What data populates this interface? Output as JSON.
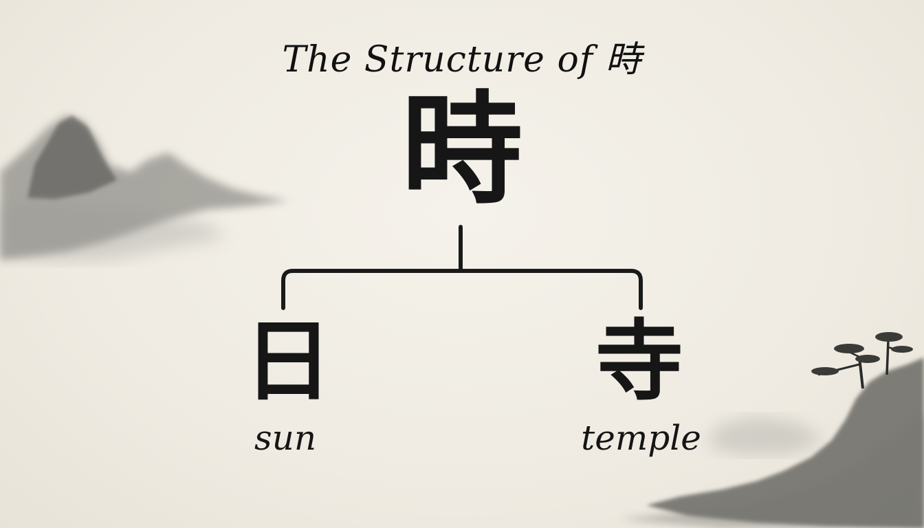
{
  "title": "The Structure of 時",
  "root": {
    "character": "時"
  },
  "components": [
    {
      "character": "日",
      "meaning": "sun"
    },
    {
      "character": "寺",
      "meaning": "temple"
    }
  ],
  "colors": {
    "ink": "#141414",
    "paper": "#f1ede4",
    "mist": "#8a8a86"
  }
}
